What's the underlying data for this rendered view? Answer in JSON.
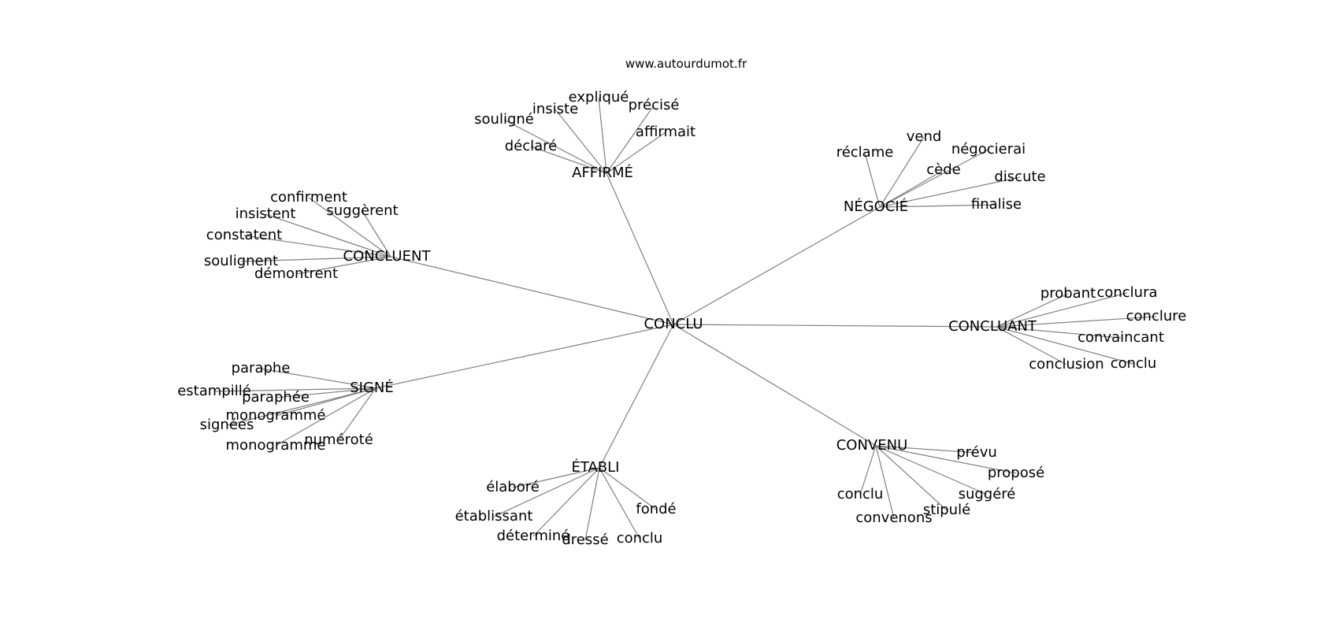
{
  "site": "www.autourdumot.fr",
  "graph": {
    "root": "CONCLU",
    "groups": [
      {
        "hub": "AFFIRMÉ",
        "words": [
          "souligné",
          "insiste",
          "expliqué",
          "précisé",
          "affirmait",
          "déclaré"
        ]
      },
      {
        "hub": "NÉGOCIÉ",
        "words": [
          "réclame",
          "vend",
          "négocierai",
          "cède",
          "discute",
          "finalise"
        ]
      },
      {
        "hub": "CONCLUENT",
        "words": [
          "confirment",
          "insistent",
          "suggèrent",
          "constatent",
          "soulignent",
          "démontrent"
        ]
      },
      {
        "hub": "CONCLUANT",
        "words": [
          "probant",
          "conclura",
          "conclure",
          "convaincant",
          "conclusion",
          "conclu"
        ]
      },
      {
        "hub": "SIGNÉ",
        "words": [
          "paraphe",
          "estampillé",
          "paraphée",
          "monogrammé",
          "signées",
          "numéroté",
          "monogramme"
        ]
      },
      {
        "hub": "CONVENU",
        "words": [
          "prévu",
          "proposé",
          "suggéré",
          "stipulé",
          "conclu",
          "convenons"
        ]
      },
      {
        "hub": "ÉTABLI",
        "words": [
          "élaboré",
          "établissant",
          "fondé",
          "déterminé",
          "dressé",
          "conclu"
        ]
      }
    ]
  },
  "colors": {
    "edge": "#808080",
    "text": "#000000",
    "background": "#ffffff"
  }
}
